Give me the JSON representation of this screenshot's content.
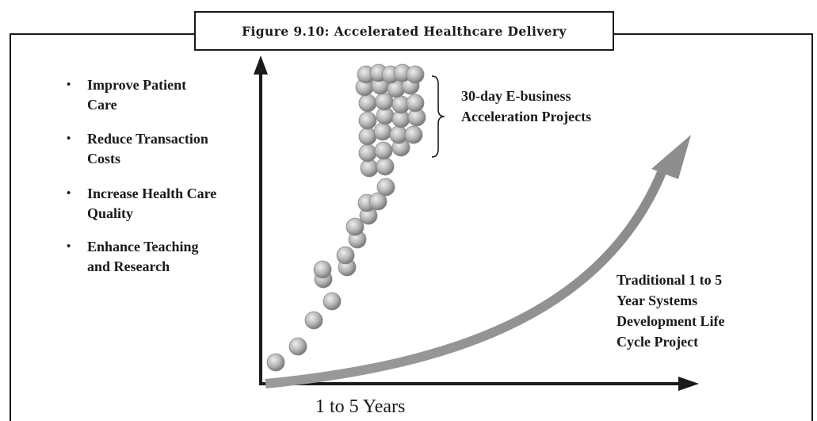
{
  "caption": "Figure 9.10: Accelerated Healthcare Delivery",
  "bullets": [
    {
      "line1": "Improve Patient",
      "line2": "Care"
    },
    {
      "line1": "Reduce Transaction",
      "line2": "Costs"
    },
    {
      "line1": "Increase Health Care",
      "line2": "Quality"
    },
    {
      "line1": "Enhance Teaching",
      "line2": "and Research"
    }
  ],
  "brace_label": {
    "line1": "30-day E-business",
    "line2": "Acceleration Projects"
  },
  "traditional_label": {
    "line1": "Traditional 1 to 5",
    "line2": "Year Systems",
    "line3": "Development Life",
    "line4": "Cycle Project"
  },
  "x_axis_label": "1 to 5 Years",
  "colors": {
    "line": "#1a1a1a",
    "curve_arrow": "#8c8c8c",
    "sphere_light": "#e6e6e6",
    "sphere_dark": "#7a7a7a"
  },
  "icons": {
    "bullet": "bullet-dot-icon",
    "brace": "right-curly-brace-icon",
    "axis_arrows": "arrow-head-icon",
    "projects": "sphere-icon"
  }
}
